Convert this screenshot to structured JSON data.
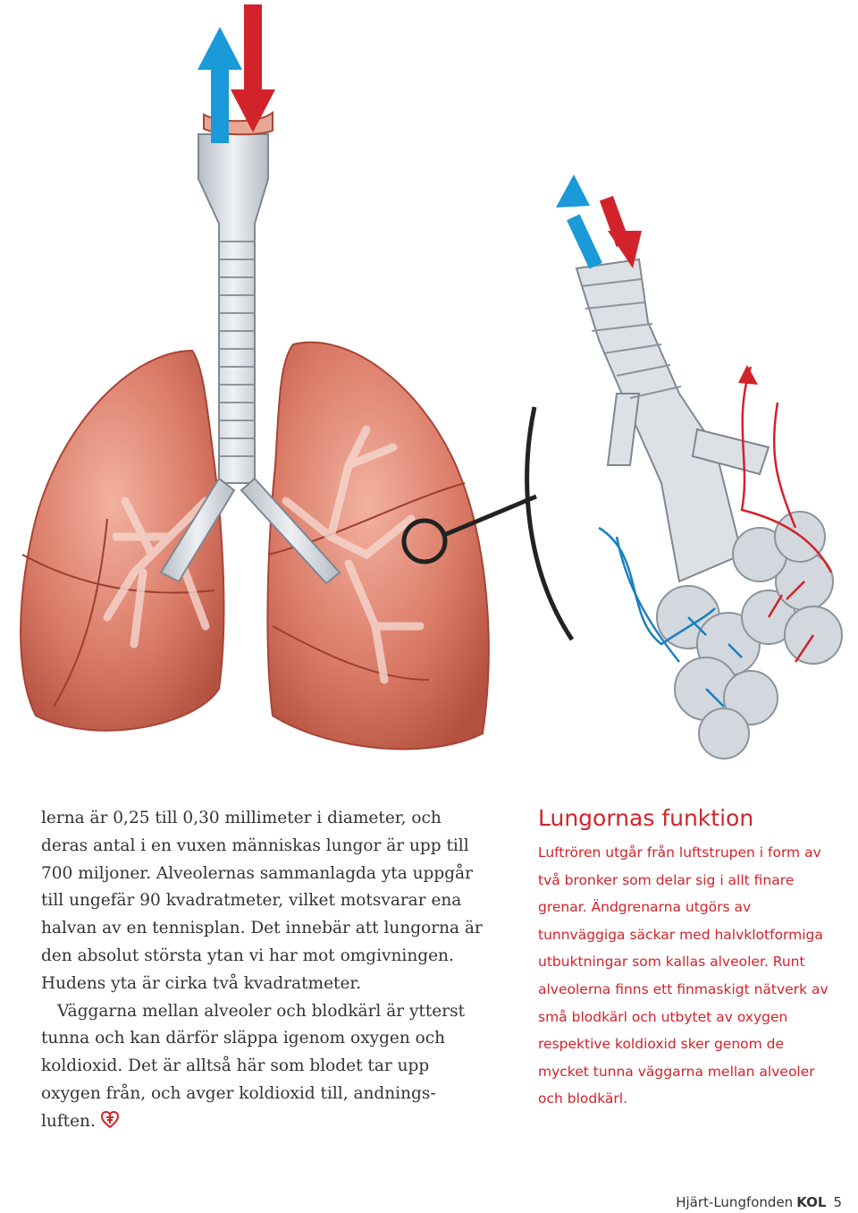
{
  "body_paragraphs": [
    "lerna är 0,25 till 0,30 millimeter i diameter, och deras antal i en vuxen människas lungor är upp till 700 miljoner. Alveolernas sammanlagda yta uppgår till ungefär 90 kvadratmeter, vilket motsvarar ena halvan av en tennisplan. Det innebär att lungorna är den absolut största ytan vi har mot omgivningen. Hudens yta är cirka två kvadratmeter.",
    "Väggarna mellan alveoler och blodkärl är ytterst tunna och kan därför släppa igenom oxygen och koldioxid. Det är alltså här som blodet tar upp oxygen från, och avger koldioxid till, andnings-luften."
  ],
  "sidebar": {
    "heading": "Lungornas funktion",
    "text": "Luftrören utgår från luftstrupen i form av två bronker som delar sig i allt finare grenar. Ändgrenarna utgörs av tunnväggiga säckar med halvklotformiga utbuktningar som kallas alveoler. Runt alveolerna finns ett finmaskigt nätverk av små blodkärl och utbytet av oxygen respektive koldioxid sker genom de mycket tunna väggarna mellan alveoler och blodkärl."
  },
  "footer": {
    "brand": "Hjärt-Lungfonden",
    "brand_suffix": "KOL",
    "page_number": "5"
  },
  "colors": {
    "accent_red": "#d2232a",
    "arrow_blue": "#1a9ad9",
    "lung": "#d7705f",
    "trachea": "#c9cfd6"
  },
  "icons": [
    "up-arrow-blue-icon",
    "down-arrow-red-icon",
    "heart-logo-icon"
  ]
}
